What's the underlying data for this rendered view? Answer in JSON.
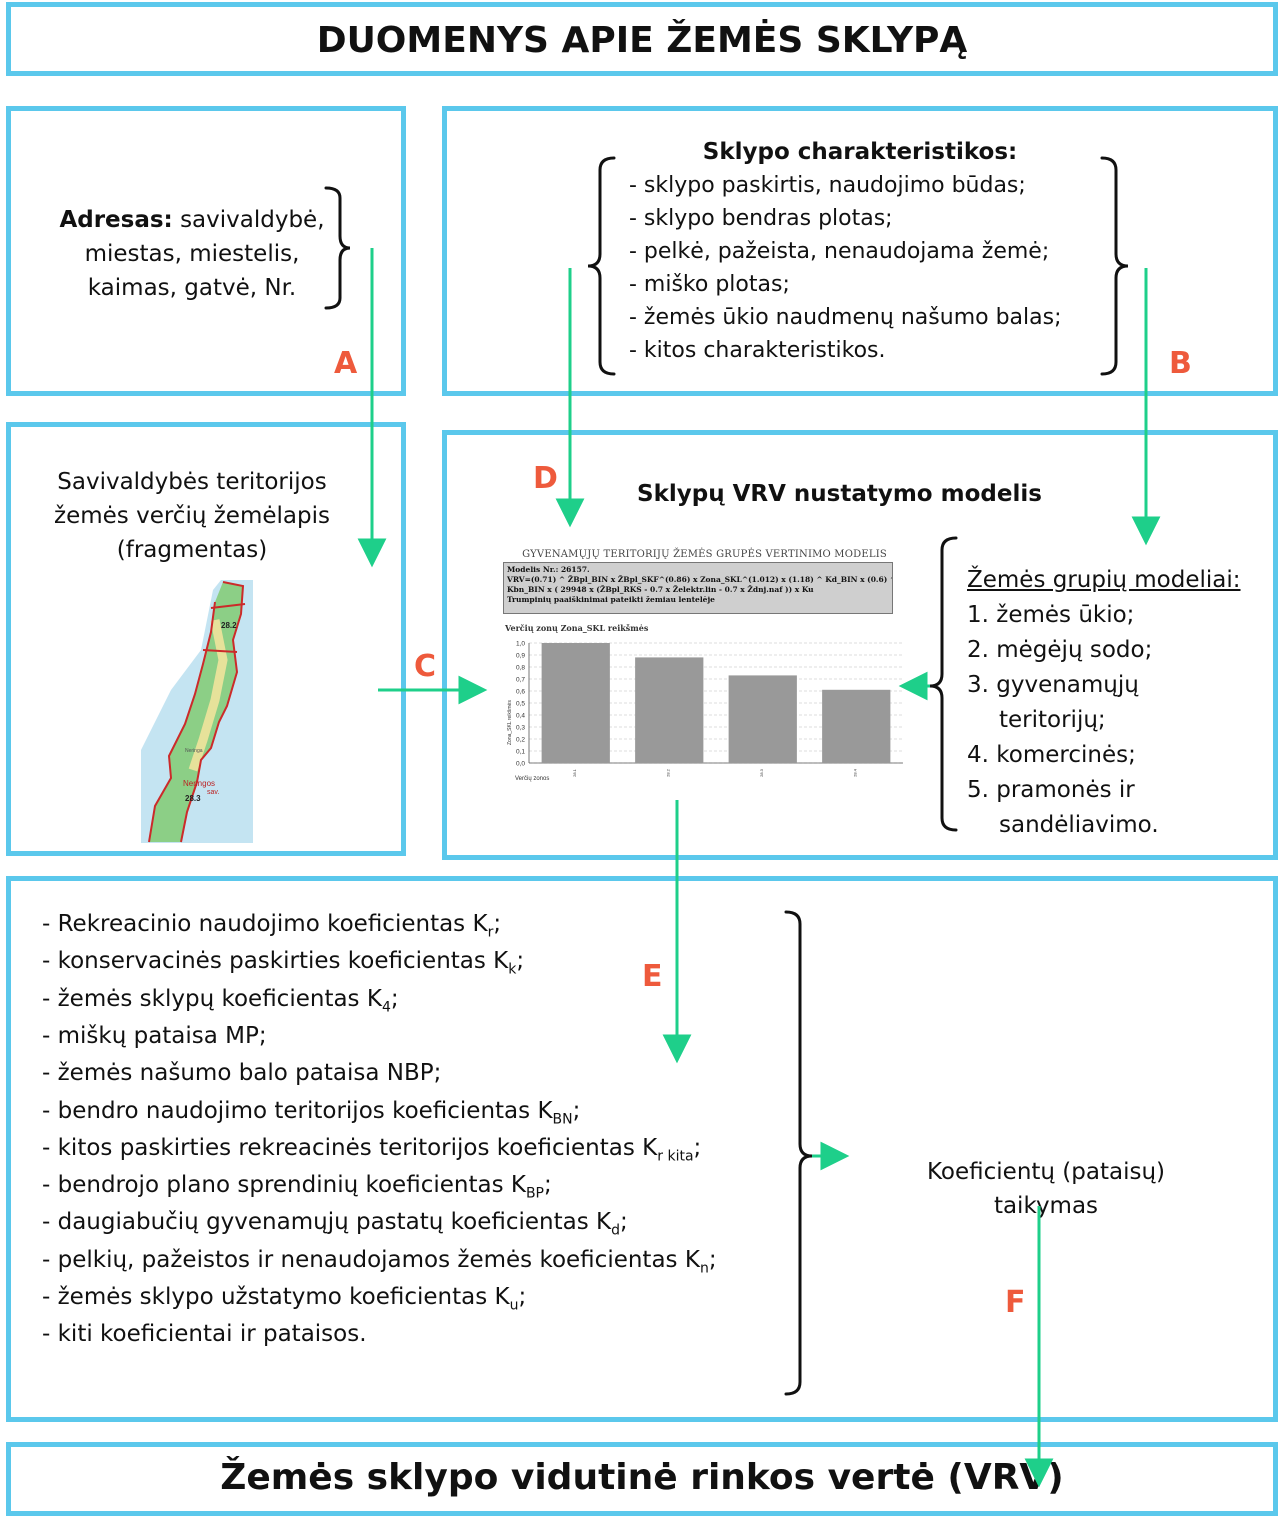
{
  "header": {
    "title": "DUOMENYS APIE ŽEMĖS SKLYPĄ"
  },
  "address": {
    "label": "Adresas:",
    "line1_rest": " savivaldybė,",
    "line2": "miestas, miestelis,",
    "line3": "kaimas, gatvė, Nr."
  },
  "characteristics": {
    "title": "Sklypo charakteristikos:",
    "items": [
      "- sklypo paskirtis, naudojimo būdas;",
      "- sklypo bendras plotas;",
      "- pelkė, pažeista, nenaudojama žemė;",
      "- miško plotas;",
      "- žemės ūkio naudmenų našumo balas;",
      "- kitos charakteristikos."
    ]
  },
  "map": {
    "title_line1": "Savivaldybės teritorijos",
    "title_line2": "žemės verčių žemėlapis",
    "title_line3": "(fragmentas)",
    "labels": [
      "28.2",
      "28.3",
      "Neringos",
      "sav.",
      "Neringa"
    ]
  },
  "model": {
    "title": "Sklypų VRV nustatymo modelis",
    "panel": {
      "header": "GYVENAMŲJŲ TERITORIJŲ ŽEMĖS GRUPĖS VERTINIMO MODELIS",
      "line1": "Modelis Nr.: 26157.",
      "line2": "VRV=(0.71) ^ ŽBpl_BIN x ŽBpl_SKF^(0.86) x  Zona_SKL^(1.012) x (1.18) ^ Kd_BIN x (0.6) ^",
      "line3": "Kbn_BIN x (  29948 x (ŽBpl_RKS  - 0.7 x Želektr.lin - 0.7 x Ždnj.naf )) x Ku",
      "line4": "Trumpinių paaiškinimai pateikti žemiau lentelėje"
    }
  },
  "chart_data": {
    "type": "bar",
    "title": "Verčių zonų Zona_SKL reikšmės",
    "xlabel": "Verčių zonos",
    "ylabel": "Zona_SKL reikšmės",
    "categories": [
      "28.1",
      "28.2",
      "28.3",
      "28.4"
    ],
    "values": [
      1.0,
      0.88,
      0.73,
      0.61
    ],
    "ylim": [
      0,
      1.0
    ],
    "yticks": [
      "0,0",
      "0,1",
      "0,2",
      "0,3",
      "0,4",
      "0,5",
      "0,6",
      "0,7",
      "0,8",
      "0,9",
      "1,0"
    ],
    "bar_color": "#999999",
    "grid": true
  },
  "land_groups": {
    "title": "Žemės grupių modeliai:",
    "items": [
      "1. žemės ūkio;",
      "2. mėgėjų sodo;",
      "3. gyvenamųjų",
      "teritorijų;",
      "4. komercinės;",
      "5. pramonės ir",
      "sandėliavimo."
    ]
  },
  "coefficients": {
    "items": [
      {
        "text": "- Rekreacinio naudojimo koeficientas K",
        "sub": "r",
        "end": ";"
      },
      {
        "text": "- konservacinės paskirties koeficientas K",
        "sub": "k",
        "end": ";"
      },
      {
        "text": "- žemės sklypų koeficientas K",
        "sub": "4",
        "end": ";"
      },
      {
        "text": "- miškų pataisa MP;",
        "sub": "",
        "end": ""
      },
      {
        "text": "- žemės našumo balo pataisa NBP;",
        "sub": "",
        "end": ""
      },
      {
        "text": "- bendro naudojimo teritorijos koeficientas K",
        "sub": "BN",
        "end": ";"
      },
      {
        "text": "- kitos paskirties rekreacinės teritorijos koeficientas K",
        "sub": "r kita",
        "end": ";"
      },
      {
        "text": "- bendrojo plano sprendinių koeficientas K",
        "sub": "BP",
        "end": ";"
      },
      {
        "text": "- daugiabučių gyvenamųjų pastatų koeficientas K",
        "sub": "d",
        "end": ";"
      },
      {
        "text": "- pelkių, pažeistos ir nenaudojamos žemės koeficientas K",
        "sub": "n",
        "end": ";"
      },
      {
        "text": "- žemės sklypo užstatymo koeficientas K",
        "sub": "u",
        "end": ";"
      },
      {
        "text": "- kiti koeficientai ir pataisos.",
        "sub": "",
        "end": ""
      }
    ],
    "apply_line1": "Koeficientų (pataisų)",
    "apply_line2": "taikymas"
  },
  "letters": {
    "a": "A",
    "b": "B",
    "c": "C",
    "d": "D",
    "e": "E",
    "f": "F"
  },
  "footer": {
    "title": "Žemės sklypo vidutinė rinkos vertė (VRV)"
  },
  "colors": {
    "border": "#5bc8ec",
    "arrow": "#1ecf8a",
    "letter": "#ee5a3c"
  }
}
